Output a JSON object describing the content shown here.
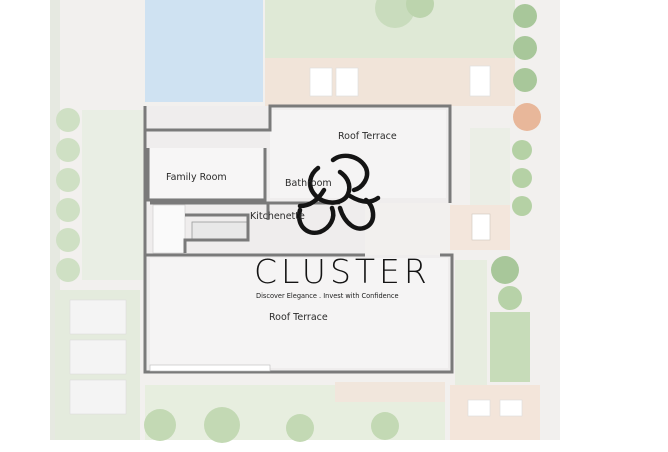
{
  "rooms": {
    "roof_terrace_upper": "Roof Terrace",
    "family_room": "Family Room",
    "bathroom": "Bathroom",
    "kitchenette": "Kitchenette",
    "roof_terrace_lower": "Roof Terrace"
  },
  "watermark": {
    "brand": "CLUSTER",
    "tagline": "Discover Elegance . Invest with Confidence"
  },
  "colors": {
    "wall": "#7a7a7a",
    "lawn": "#dfe9d6",
    "pool": "#cfe2f2",
    "paving": "#efe6dd",
    "shrub": "#a8c79a"
  }
}
